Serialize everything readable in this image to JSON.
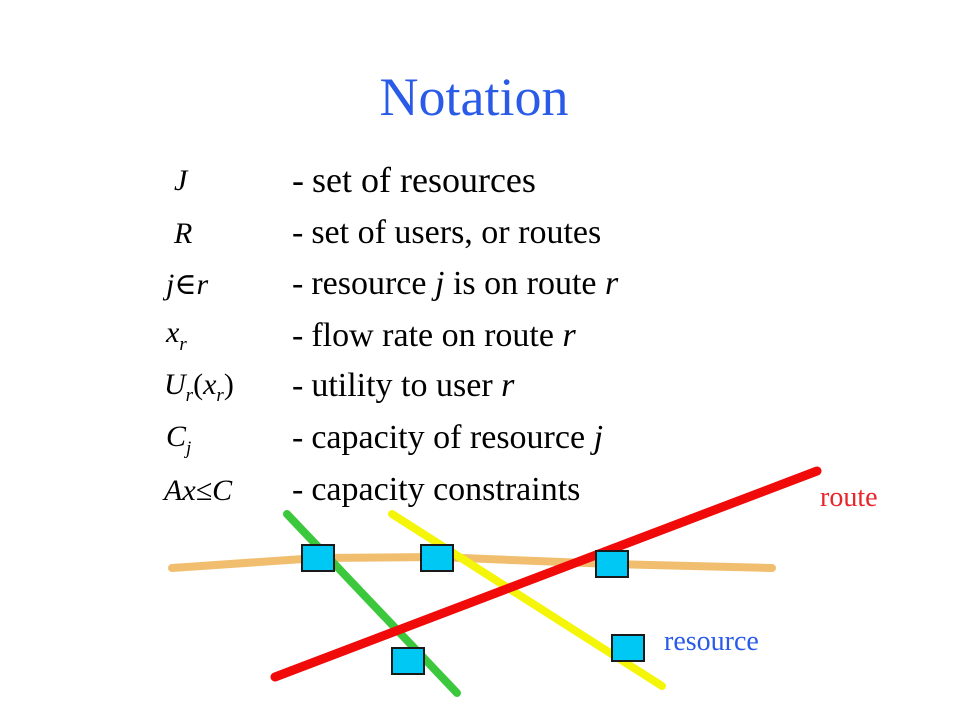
{
  "title": "Notation",
  "rows": [
    {
      "symbol": "J",
      "desc_parts": [
        "set of resources"
      ]
    },
    {
      "symbol": "R",
      "desc_parts": [
        "set of users, or routes"
      ]
    },
    {
      "symbol": "j∈r",
      "desc_parts": [
        "resource ",
        "j",
        " is on route ",
        "r"
      ]
    },
    {
      "symbol": "x_r",
      "desc_parts": [
        "flow rate on route ",
        "r"
      ]
    },
    {
      "symbol": "U_r(x_r)",
      "desc_parts": [
        "utility to user ",
        "r"
      ]
    },
    {
      "symbol": "C_j",
      "desc_parts": [
        "capacity of resource ",
        "j"
      ]
    },
    {
      "symbol": "Ax≤C",
      "desc_parts": [
        "capacity constraints"
      ]
    }
  ],
  "dash": "-",
  "diagram": {
    "route_label": "route",
    "resource_label": "resource",
    "colors": {
      "title": "#2a5be8",
      "route_label": "#e8262a",
      "resource_label": "#2a5be8",
      "route_red": "#f00a0a",
      "route_yellow": "#f5f50a",
      "route_green": "#3cc83c",
      "route_orange": "#f0be6e",
      "resource_fill": "#00c8f5"
    }
  }
}
